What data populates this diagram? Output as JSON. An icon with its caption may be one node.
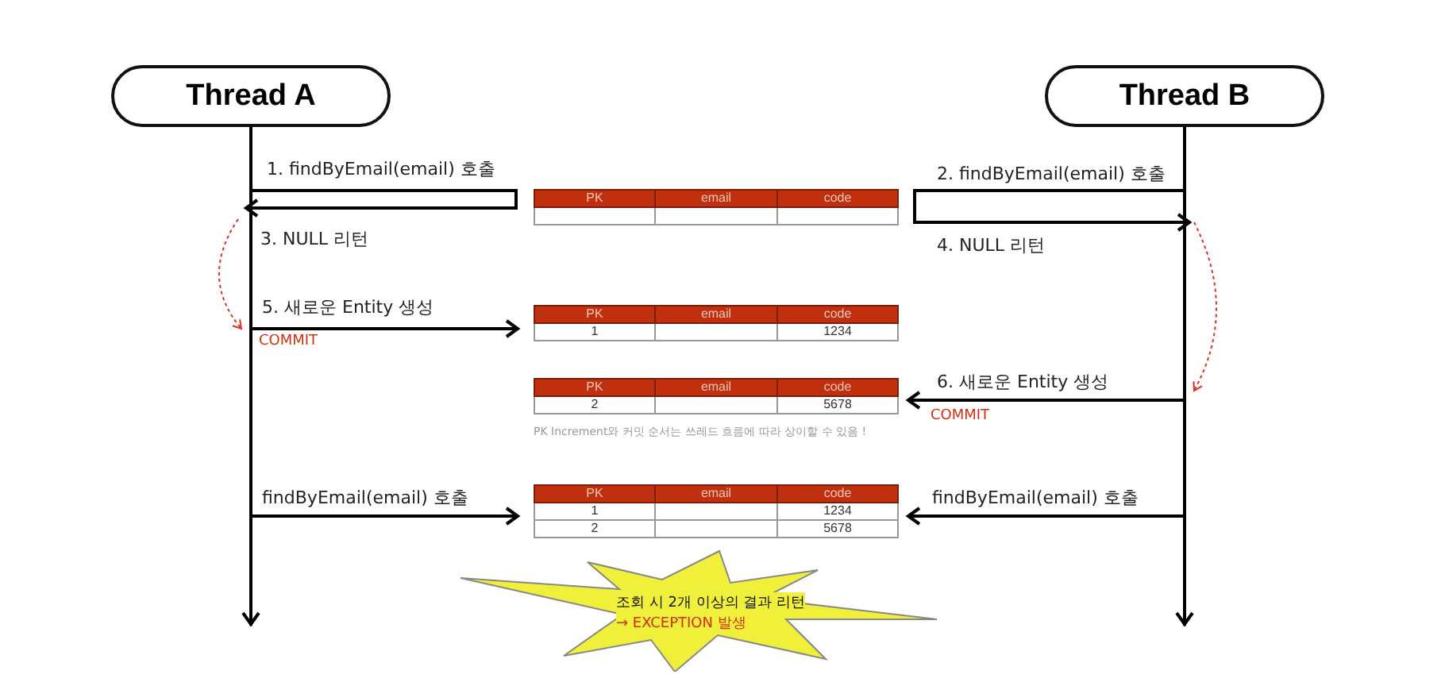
{
  "diagram": {
    "nodes": [
      {
        "text": [
          "Thread A"
        ]
      },
      {
        "text": [
          "Thread B"
        ]
      },
      {
        "text": [
          "PK",
          "email",
          "code"
        ]
      },
      {
        "text": [
          "PK",
          "email",
          "code",
          "1",
          "1234"
        ]
      },
      {
        "text": [
          "PK",
          "email",
          "code",
          "2",
          "5678"
        ],
        "beside": [
          "PK Increment와 커밋 순서는 쓰레드 흐름에 따라 상이할 수 있음 !"
        ]
      },
      {
        "text": [
          "PK",
          "email",
          "code",
          "1",
          "1234",
          "2",
          "5678"
        ]
      },
      {
        "text": [
          "조회 시 2개 이상의 결과 리턴",
          "→ EXCEPTION 발생"
        ]
      }
    ],
    "edges": [
      {
        "from": 0,
        "to": 0,
        "arrow": "to",
        "label": "1. findByEmail(email) 호출"
      },
      {
        "from": 1,
        "to": 1,
        "arrow": "to",
        "label": "2. findByEmail(email) 호출"
      },
      {
        "from": 0,
        "to": 3,
        "arrow": "to",
        "label": "5. 새로운 Entity 생성"
      },
      {
        "from": 1,
        "to": 4,
        "arrow": "to",
        "label": "6. 새로운 Entity 생성"
      },
      {
        "from": 0,
        "to": 5,
        "arrow": "to",
        "label": "findByEmail(email) 호출"
      },
      {
        "from": 1,
        "to": 5,
        "arrow": "to",
        "label": "findByEmail(email) 호출"
      }
    ],
    "labels": [
      "3. NULL 리턴",
      "4. NULL 리턴",
      "COMMIT",
      "COMMIT"
    ]
  }
}
